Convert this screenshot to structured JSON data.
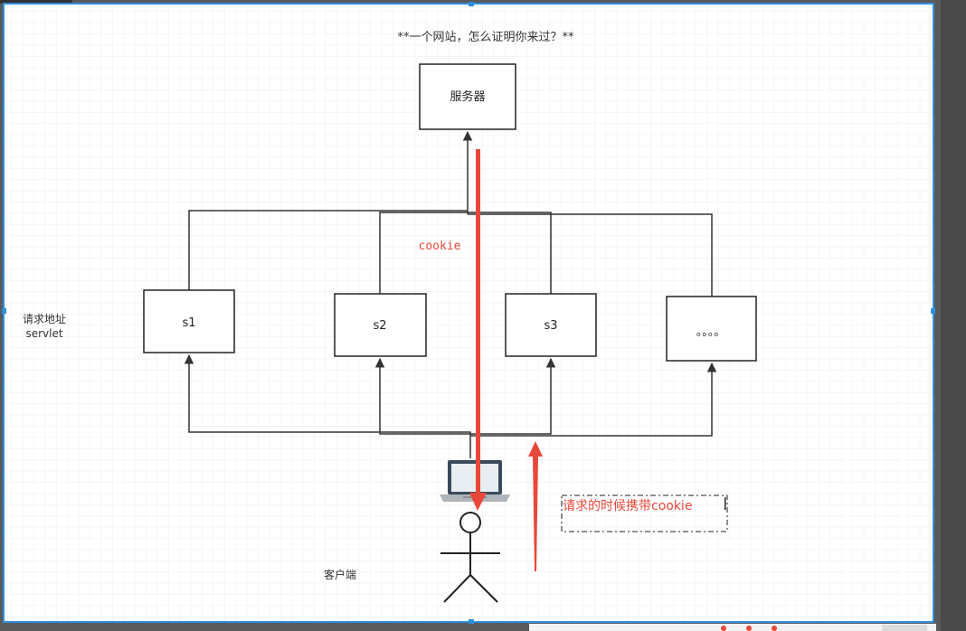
{
  "diagram": {
    "title": "**一个网站，怎么证明你来过？**",
    "server_label": "服务器",
    "servlet_nodes": [
      {
        "id": "s1",
        "label": "s1"
      },
      {
        "id": "s2",
        "label": "s2"
      },
      {
        "id": "s3",
        "label": "s3"
      },
      {
        "id": "s4",
        "label": "。。。。"
      }
    ],
    "side_label_line1": "请求地址",
    "side_label_line2": "servlet",
    "cookie_label": "cookie",
    "client_label": "客户端",
    "note_label": "请求的时候携带cookie",
    "colors": {
      "red": "#e8483a",
      "line": "#333333",
      "grid": "#e6e6e6",
      "selection": "#2d8fdf"
    }
  }
}
